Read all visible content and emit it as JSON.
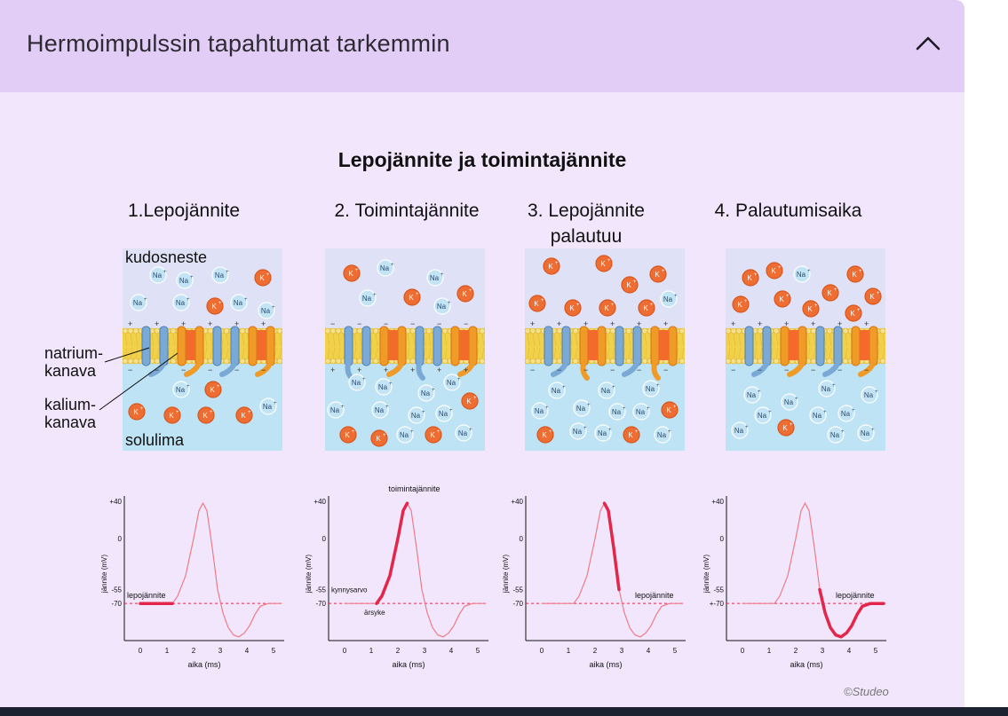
{
  "accordion": {
    "title": "Hermoimpulssin tapahtumat tarkemmin",
    "toggle_icon": "chevron-up-icon"
  },
  "figure": {
    "title": "Lepojännite ja toimintajännite",
    "labels": {
      "outside": "kudosneste",
      "inside": "solulima",
      "sodium_channel": "natrium-\nkanava",
      "potassium_channel": "kalium-\nkanava"
    },
    "stages": [
      {
        "title": "1.Lepojännite"
      },
      {
        "title": "2. Toimintajännite"
      },
      {
        "title": "3. Lepojännite\npalautuu"
      },
      {
        "title": "4. Palautumisaika"
      }
    ],
    "ions": {
      "na": "Na",
      "k": "K",
      "charge": "+"
    },
    "copyright": "©Studeo"
  },
  "colors": {
    "header_bg": "#e2cdf6",
    "card_bg": "#f1e6fb",
    "extracellular": "#dfe1f7",
    "cytoplasm": "#bde3f4",
    "sodium_ion": "#c3e4f5",
    "potassium_ion": "#ee6d33",
    "channel_blue": "#7aa9d6",
    "channel_orange": "#f09a28",
    "membrane": "#f2d14a",
    "trace": "#e4264a"
  },
  "graphs": [
    {
      "y_ticks": [
        "+40",
        "0",
        "-55",
        "-70"
      ],
      "x_ticks": [
        "0",
        "1",
        "2",
        "3",
        "4",
        "5"
      ],
      "ylabel": "jännite (mV)",
      "xlabel": "aika (ms)",
      "annotations": [
        "lepojännite"
      ],
      "highlight": "rest"
    },
    {
      "y_ticks": [
        "+40",
        "0",
        "-55",
        "-70"
      ],
      "x_ticks": [
        "0",
        "1",
        "2",
        "3",
        "4",
        "5"
      ],
      "ylabel": "jännite (mV)",
      "xlabel": "aika (ms)",
      "annotations": [
        "toimintajännite",
        "kynnysarvo",
        "ärsyke"
      ],
      "highlight": "rise"
    },
    {
      "y_ticks": [
        "+40",
        "0",
        "-55",
        "-70"
      ],
      "x_ticks": [
        "0",
        "1",
        "2",
        "3",
        "4",
        "5"
      ],
      "ylabel": "jännite (mV)",
      "xlabel": "aika (ms)",
      "annotations": [
        "lepojännite"
      ],
      "highlight": "fall"
    },
    {
      "y_ticks": [
        "+40",
        "0",
        "-55",
        "+-70"
      ],
      "x_ticks": [
        "0",
        "1",
        "2",
        "3",
        "4",
        "5"
      ],
      "ylabel": "jännite (mV)",
      "xlabel": "aika (ms)",
      "annotations": [
        "lepojännite"
      ],
      "highlight": "recovery"
    }
  ],
  "chart_data": {
    "type": "line",
    "x": [
      0,
      1.2,
      1.4,
      1.7,
      2.0,
      2.2,
      2.35,
      2.5,
      2.7,
      2.9,
      3.1,
      3.3,
      3.5,
      3.7,
      3.9,
      4.1,
      4.3,
      4.5,
      4.8,
      5.3
    ],
    "series": [
      {
        "values": [
          -70,
          -70,
          -62,
          -40,
          0,
          30,
          38,
          30,
          -10,
          -55,
          -80,
          -96,
          -104,
          -106,
          -102,
          -94,
          -82,
          -73,
          -70,
          -70
        ]
      }
    ],
    "xlabel": "aika (ms)",
    "ylabel": "jännite (mV)",
    "xlim": [
      -0.6,
      5.4
    ],
    "ylim": [
      -110,
      42
    ],
    "resting_potential": -70,
    "threshold": -55,
    "highlight_ranges": {
      "rest": [
        0,
        1.2
      ],
      "rise": [
        1.2,
        2.35
      ],
      "fall": [
        2.35,
        2.9
      ],
      "recovery": [
        2.9,
        5.3
      ]
    }
  }
}
